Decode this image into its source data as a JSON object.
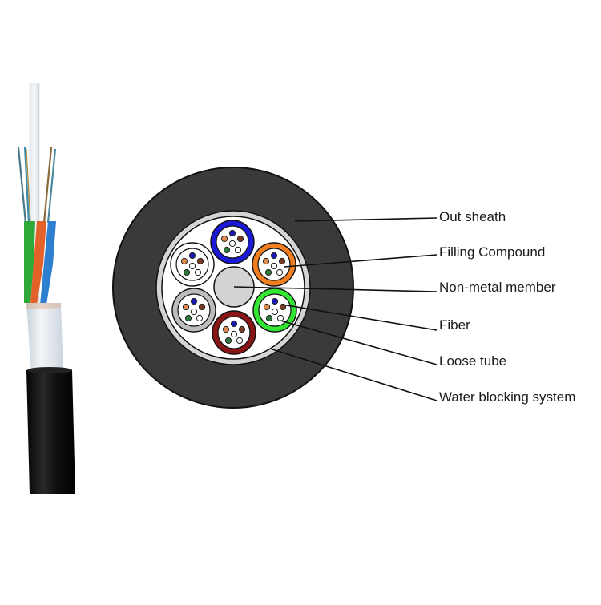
{
  "diagram": {
    "subject": "Non-metallic stranded loose tube optical fiber cable",
    "cross_section": {
      "outer_sheath_color": "#3a3a3a",
      "water_blocking_color": "#d4d4d4",
      "filling_color": "#ffffff",
      "central_member_color": "#d3d3d3",
      "tubes": [
        {
          "name": "blue",
          "color": "#1a1ad6"
        },
        {
          "name": "orange",
          "color": "#f07f22"
        },
        {
          "name": "green",
          "color": "#33e633"
        },
        {
          "name": "dark-red",
          "color": "#8a1515"
        },
        {
          "name": "gray",
          "color": "#bdbdbd"
        },
        {
          "name": "white",
          "color": "#ffffff"
        }
      ],
      "fiber_colors": [
        "#1a1ab0",
        "#e08a50",
        "#7a3b22",
        "#ffffff",
        "#2e7a3a",
        "#ffffff"
      ]
    },
    "labels": [
      {
        "id": "out-sheath",
        "text": "Out sheath"
      },
      {
        "id": "filling-compound",
        "text": "Filling Compound"
      },
      {
        "id": "non-metal-member",
        "text": "Non-metal member"
      },
      {
        "id": "fiber",
        "text": "Fiber"
      },
      {
        "id": "loose-tube",
        "text": "Loose tube"
      },
      {
        "id": "water-blocking-system",
        "text": "Water blocking system"
      }
    ],
    "cable_photo": {
      "jacket_color": "#0d0d0d",
      "tube_colors": [
        "#2fa83a",
        "#e2622a",
        "#2f7fd0"
      ],
      "tape_color": "#e6ecf0"
    }
  }
}
